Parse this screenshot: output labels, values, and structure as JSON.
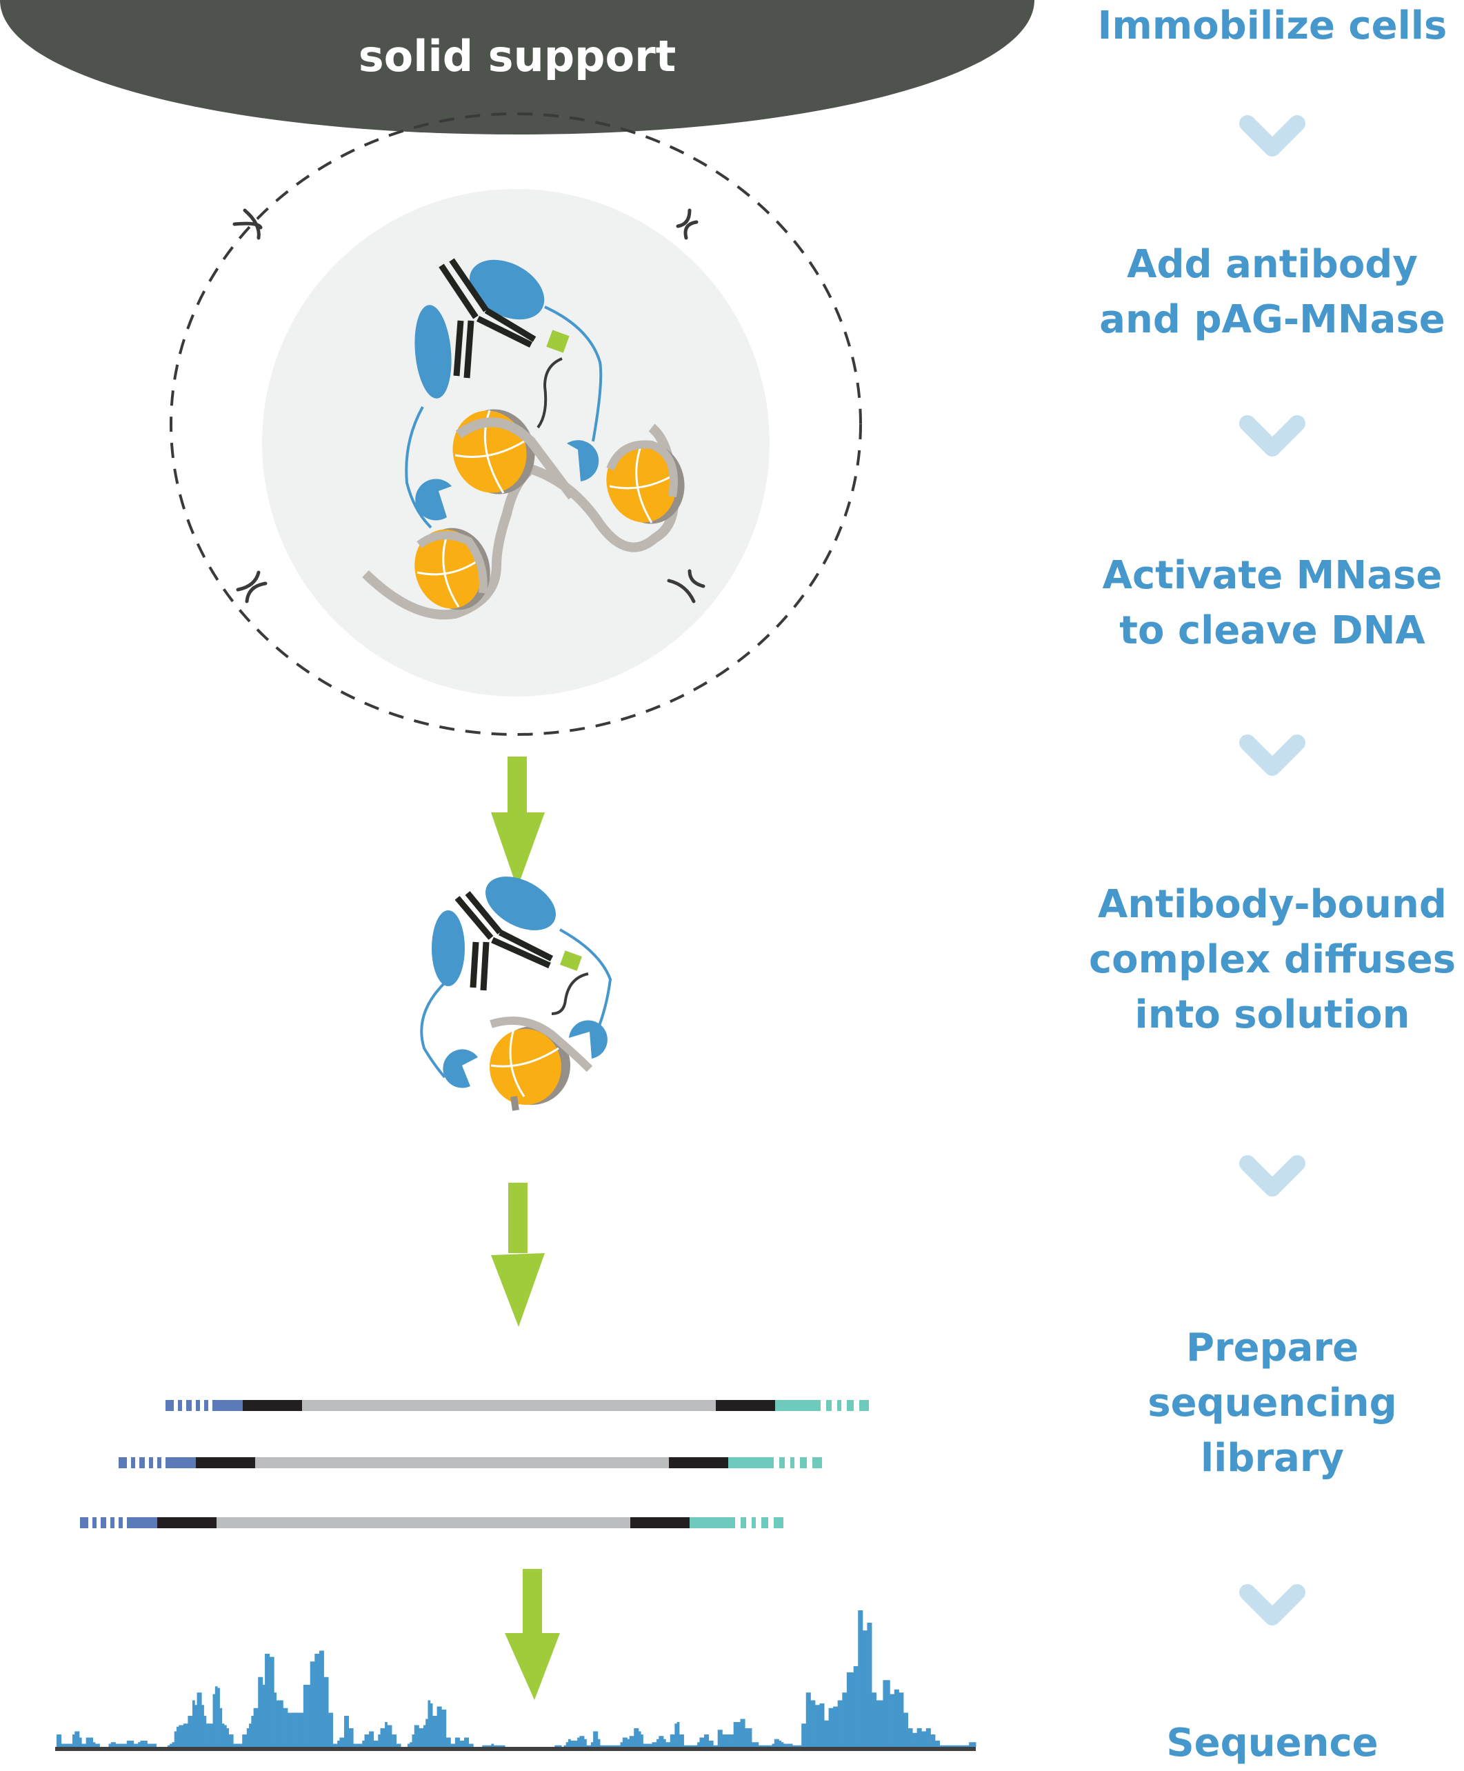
{
  "title": "CUT&RUN-style workflow: antibody-targeted MNase cleavage to sequencing",
  "colors": {
    "step_text": "#4597cc",
    "chevron": "#c5dfef",
    "solid_support": "#4f534e",
    "arrow_green": "#a0cb3a",
    "protein_blue": "#4597cc",
    "nucleosome_orange": "#f9ae14",
    "dna_grey": "#bcb7b1",
    "dna_dark": "#958f8a",
    "antibody_black": "#22251f",
    "tag_green": "#a0cb3a",
    "nucleus_fill": "#f0f1f1",
    "read_blue": "#5a7ab8",
    "read_black": "#231f20",
    "read_grey": "#bcbdbf",
    "read_teal": "#6ecabd",
    "track_blue": "#4597cc",
    "track_axis": "#3f3f3f"
  },
  "support": {
    "label": "solid support"
  },
  "steps": [
    {
      "lines": [
        "Immobilize cells"
      ]
    },
    {
      "lines": [
        "Add antibody",
        "and pAG-MNase"
      ]
    },
    {
      "lines": [
        "Activate MNase",
        "to cleave DNA"
      ]
    },
    {
      "lines": [
        "Antibody-bound",
        "complex diffuses",
        "into solution"
      ]
    },
    {
      "lines": [
        "Prepare",
        "sequencing",
        "library"
      ]
    },
    {
      "lines": [
        "Sequence"
      ]
    }
  ],
  "illustration": {
    "cell": "dashed-outline cell",
    "nucleus": "grey nucleus",
    "nucleosome_count_in_nucleus": 3,
    "nucleosome_count_released": 1,
    "cleavage_marks": 4
  },
  "library": {
    "reads": [
      {
        "segments": [
          "adapter-dashes-blue",
          "index-blue",
          "adapter-black",
          "insert-grey",
          "adapter-black",
          "index-teal",
          "adapter-dashes-teal"
        ]
      },
      {
        "segments": [
          "adapter-dashes-blue",
          "index-blue",
          "adapter-black",
          "insert-grey",
          "adapter-black",
          "index-teal",
          "adapter-dashes-teal"
        ]
      },
      {
        "segments": [
          "adapter-dashes-blue",
          "index-blue",
          "adapter-black",
          "insert-grey",
          "adapter-black",
          "index-teal",
          "adapter-dashes-teal"
        ]
      }
    ]
  },
  "chart_data": {
    "type": "bar",
    "title": "",
    "xlabel": "",
    "ylabel": "",
    "description": "Genome-browser style coverage track of sequencing reads",
    "ylim": [
      0,
      100
    ],
    "grid": false,
    "legend": "none",
    "values": [
      8,
      8,
      2,
      2,
      2,
      2,
      2,
      8,
      10,
      10,
      6,
      2,
      2,
      6,
      6,
      6,
      3,
      2,
      2,
      0,
      0,
      0,
      0,
      2,
      3,
      3,
      2,
      2,
      2,
      2,
      2,
      4,
      4,
      4,
      2,
      2,
      3,
      4,
      4,
      4,
      2,
      2,
      2,
      2,
      0,
      0,
      0,
      0,
      0,
      1,
      2,
      3,
      10,
      13,
      14,
      14,
      15,
      15,
      20,
      20,
      30,
      27,
      35,
      35,
      27,
      20,
      15,
      15,
      15,
      34,
      39,
      38,
      25,
      15,
      14,
      12,
      8,
      8,
      2,
      2,
      2,
      2,
      8,
      8,
      12,
      15,
      20,
      25,
      25,
      45,
      45,
      40,
      60,
      60,
      58,
      58,
      35,
      30,
      30,
      30,
      25,
      25,
      22,
      22,
      22,
      22,
      22,
      22,
      22,
      40,
      40,
      40,
      55,
      55,
      60,
      60,
      62,
      62,
      45,
      45,
      22,
      22,
      2,
      2,
      4,
      6,
      6,
      20,
      20,
      12,
      12,
      2,
      2,
      2,
      2,
      4,
      8,
      8,
      10,
      10,
      4,
      4,
      8,
      12,
      12,
      16,
      14,
      14,
      8,
      8,
      2,
      2,
      0,
      0,
      0,
      2,
      3,
      8,
      14,
      14,
      12,
      12,
      14,
      18,
      30,
      28,
      20,
      20,
      26,
      26,
      24,
      24,
      6,
      6,
      2,
      2,
      6,
      6,
      4,
      4,
      6,
      6,
      2,
      2,
      0,
      0,
      0,
      0,
      1,
      1,
      1,
      1,
      2,
      1,
      1,
      1,
      1,
      1,
      0,
      0,
      0,
      0,
      0,
      0,
      0,
      0,
      0,
      0,
      0,
      0,
      0,
      0,
      0,
      0,
      0,
      0,
      0,
      0,
      0,
      0,
      1,
      1,
      1,
      0,
      1,
      3,
      5,
      4,
      4,
      4,
      6,
      7,
      7,
      5,
      1,
      1,
      3,
      10,
      10,
      5,
      1,
      1,
      1,
      1,
      1,
      1,
      1,
      1,
      1,
      3,
      6,
      6,
      5,
      7,
      7,
      12,
      12,
      10,
      8,
      2,
      2,
      2,
      2,
      3,
      3,
      5,
      7,
      7,
      5,
      3,
      3,
      8,
      8,
      15,
      16,
      8,
      8,
      1,
      1,
      1,
      1,
      1,
      1,
      3,
      6,
      6,
      8,
      8,
      4,
      4,
      1,
      1,
      11,
      11,
      8,
      8,
      8,
      8,
      8,
      16,
      16,
      16,
      18,
      18,
      12,
      12,
      12,
      3,
      3,
      3,
      1,
      1,
      1,
      1,
      1,
      1,
      2,
      5,
      5,
      4,
      3,
      2,
      2,
      2,
      2,
      1,
      1,
      1,
      1,
      15,
      15,
      35,
      35,
      30,
      30,
      27,
      27,
      28,
      28,
      17,
      17,
      25,
      25,
      26,
      26,
      30,
      30,
      35,
      35,
      48,
      48,
      48,
      52,
      52,
      88,
      88,
      75,
      75,
      80,
      80,
      35,
      35,
      30,
      30,
      30,
      43,
      43,
      43,
      34,
      34,
      37,
      37,
      35,
      35,
      22,
      22,
      12,
      12,
      9,
      9,
      12,
      12,
      10,
      10,
      12,
      12,
      8,
      8,
      4,
      4,
      1,
      1,
      1,
      1,
      1,
      1,
      1,
      1,
      1,
      1,
      1,
      1,
      1,
      3,
      3,
      3
    ]
  }
}
